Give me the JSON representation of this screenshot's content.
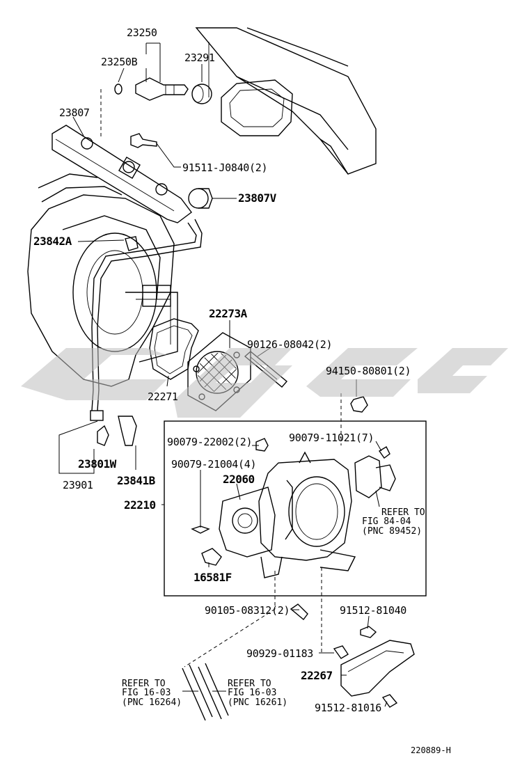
{
  "diagram": {
    "drawing_code": "220889-H",
    "labels": {
      "p23250": "23250",
      "p23250b": "23250B",
      "p23291": "23291",
      "p23807": "23807",
      "p91511": "91511-J0840(2)",
      "p23807v": "23807V",
      "p23842a": "23842A",
      "p22273a": "22273A",
      "p90126": "90126-08042(2)",
      "p94150": "94150-80801(2)",
      "p22271": "22271",
      "p90079_22002": "90079-22002(2)",
      "p90079_11021": "90079-11021(7)",
      "p90079_21004": "90079-21004(4)",
      "p22060": "22060",
      "p23801w": "23801W",
      "p23841b": "23841B",
      "p23901": "23901",
      "p22210": "22210",
      "p16581f": "16581F",
      "p90105": "90105-08312(2)",
      "p91512_81040": "91512-81040",
      "p90929": "90929-01183",
      "p22267": "22267",
      "p91512_81016": "91512-81016"
    },
    "refs": {
      "ref_84": {
        "l1": "REFER TO",
        "l2": "FIG 84-04",
        "l3": "(PNC 89452)"
      },
      "ref_16264": {
        "l1": "REFER TO",
        "l2": "FIG 16-03",
        "l3": "(PNC 16264)"
      },
      "ref_16261": {
        "l1": "REFER TO",
        "l2": "FIG 16-03",
        "l3": "(PNC 16261)"
      }
    }
  }
}
